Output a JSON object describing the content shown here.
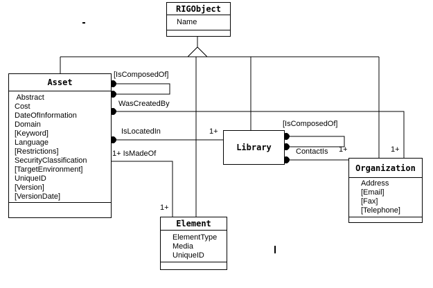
{
  "diagram": {
    "classes": {
      "rigobject": {
        "title": "RIGObject",
        "attrs": [
          "Name"
        ]
      },
      "asset": {
        "title": "Asset",
        "attrs": [
          " Abstract",
          "Cost",
          "DateOfInformation",
          "Domain",
          "[Keyword]",
          "Language",
          "[Restrictions]",
          "SecurityClassification",
          "[TargetEnvironment]",
          "UniqueID",
          "[Version]",
          "[VersionDate]"
        ]
      },
      "library": {
        "title": "Library",
        "attrs": []
      },
      "organization": {
        "title": "Organization",
        "attrs": [
          "Address",
          "[Email]",
          "[Fax]",
          "[Telephone]"
        ]
      },
      "element": {
        "title": "Element",
        "attrs": [
          "ElementType",
          "Media",
          "UniqueID"
        ]
      }
    },
    "links": {
      "asset_self": {
        "label": "[IsComposedOf]"
      },
      "was_created_by": {
        "label": "WasCreatedBy",
        "mult_target": "1+"
      },
      "is_located_in": {
        "label": "IsLocatedIn",
        "mult_target": "1+"
      },
      "is_made_of": {
        "label": "1+ IsMadeOf",
        "mult_target": "1+"
      },
      "library_self": {
        "label": "[IsComposedOf]"
      },
      "contact_is": {
        "label": "ContactIs",
        "mult_target": "1+"
      }
    },
    "colors": {
      "line": "#000000",
      "background": "#ffffff",
      "text": "#000000"
    }
  }
}
